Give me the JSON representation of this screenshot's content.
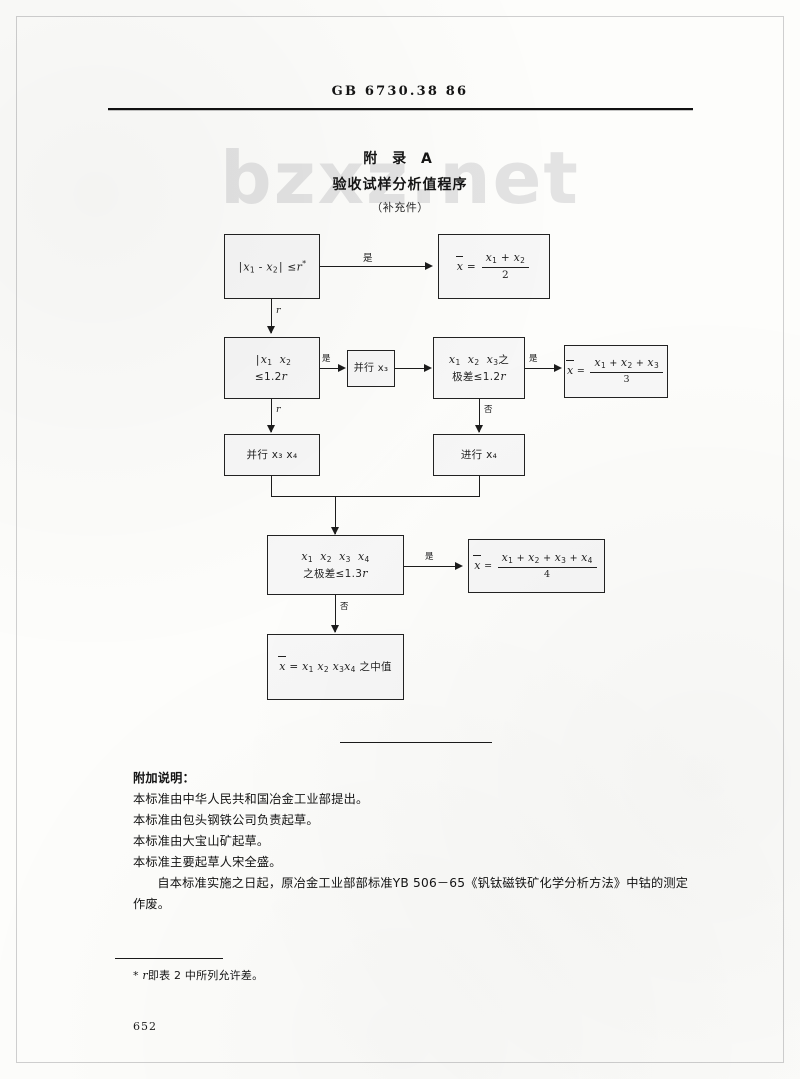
{
  "document": {
    "standard_number": "GB  6730.38   86",
    "watermark": "bzxz.net",
    "page_number": "652"
  },
  "appendix": {
    "title": "附 录 A",
    "subtitle": "验收试样分析值程序",
    "note": "（补充件）"
  },
  "flowchart": {
    "nodes": [
      {
        "id": "n1",
        "name": "check-two-values",
        "text_plain": "| x₁ - x₂ | ≤ r *",
        "parts": {
          "lead": "|",
          "a": "x",
          "a_sub": "1",
          "op": "-",
          "b": "x",
          "b_sub": "2",
          "close": "|",
          "rel": "≤",
          "limit": "r",
          "star": "*"
        }
      },
      {
        "id": "n2",
        "name": "mean-of-two",
        "text_plain": "x̄ = (x₁ + x₂) / 2",
        "parts": {
          "lhs": "x",
          "eq": "=",
          "num": "x₁ + x₂",
          "den": "2"
        }
      },
      {
        "id": "n3",
        "name": "check-two-values-1p2r",
        "text_plain": "| x₁ - x₂ | ≤ 1.2 r",
        "parts": {
          "line1": "| x₁ - x₂ |",
          "line2": "≤ 1.2 r"
        }
      },
      {
        "id": "n4",
        "name": "run-third-determination",
        "text_plain": "并行 x₃"
      },
      {
        "id": "n5",
        "name": "check-range-three",
        "text_plain": "x₁  x₂  x₃ 之 极差 ≤ 1.2 r",
        "parts": {
          "line1": "x₁  x₂  x₃ 之",
          "line2": "极差 ≤ 1.2 r"
        }
      },
      {
        "id": "n6",
        "name": "mean-of-three",
        "text_plain": "x̄ = (x₁ + x₂ + x₃) / 3",
        "parts": {
          "lhs": "x",
          "eq": "=",
          "num": "x₁ + x₂ + x₃",
          "den": "3"
        }
      },
      {
        "id": "n7",
        "name": "run-third-and-fourth",
        "text_plain": "并行 x₃  x₄"
      },
      {
        "id": "n8",
        "name": "run-fourth-determination",
        "text_plain": "进行 x₄"
      },
      {
        "id": "n9",
        "name": "check-range-four",
        "text_plain": "x₁  x₂  x₃  x₄ 之极差 ≤ 1.3 r",
        "parts": {
          "line1": "x₁  x₂  x₃  x₄",
          "line2": "之极差 ≤ 1.3 r"
        }
      },
      {
        "id": "n10",
        "name": "mean-of-four",
        "text_plain": "x̄ = (x₁ + x₂ + x₃ + x₄) / 4",
        "parts": {
          "lhs": "x",
          "eq": "=",
          "num": "x₁ + x₂ + x₃ + x₄",
          "den": "4"
        }
      },
      {
        "id": "n11",
        "name": "median-of-four",
        "text_plain": "x̄ = x₁ x₂ x₃ x₄ 之中值"
      }
    ],
    "edge_labels": {
      "yes": "是",
      "no": "否",
      "r_italic": "r"
    }
  },
  "notes": {
    "heading": "附加说明：",
    "lines": [
      "本标准由中华人民共和国冶金工业部提出。",
      "本标准由包头钢铁公司负责起草。",
      "本标准由大宝山矿起草。",
      "本标准主要起草人宋全盛。"
    ],
    "paragraph": "自本标准实施之日起，原冶金工业部部标准YB  506－65《钒钛磁铁矿化学分析方法》中钴的测定作废。"
  },
  "footnote": {
    "marker": "*",
    "italic_symbol": "r",
    "text": "即表 2 中所列允许差。"
  }
}
